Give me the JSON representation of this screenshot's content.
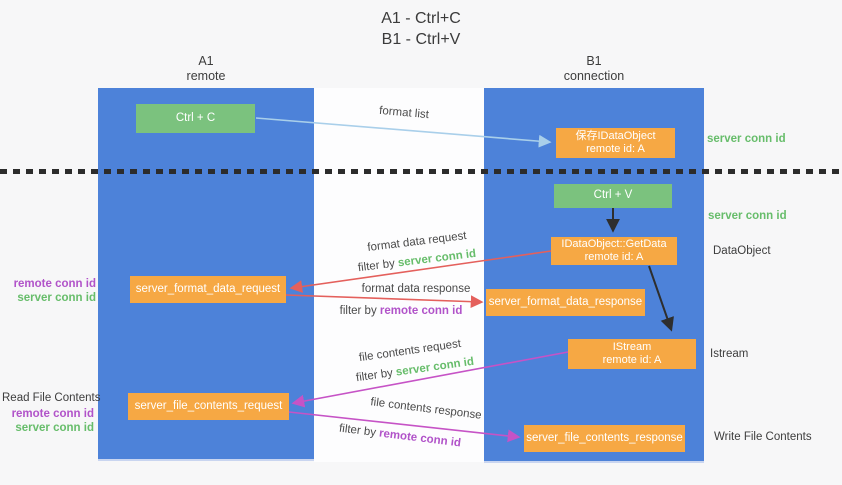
{
  "title": {
    "line1": "A1 - Ctrl+C",
    "line2": "B1 - Ctrl+V"
  },
  "lanes": {
    "left": {
      "title": "A1",
      "subtitle": "remote"
    },
    "right": {
      "title": "B1",
      "subtitle": "connection"
    }
  },
  "nodes": {
    "ctrl_c": {
      "label": "Ctrl + C"
    },
    "ctrl_v": {
      "label": "Ctrl + V"
    },
    "save_idataobject": {
      "line1": "保存IDataObject",
      "line2": "remote id: A"
    },
    "getdata": {
      "line1": "IDataObject::GetData",
      "line2": "remote id: A"
    },
    "istream": {
      "line1": "IStream",
      "line2": "remote id: A"
    },
    "server_format_data_request": {
      "label": "server_format_data_request"
    },
    "server_format_data_response": {
      "label": "server_format_data_response"
    },
    "server_file_contents_request": {
      "label": "server_file_contents_request"
    },
    "server_file_contents_response": {
      "label": "server_file_contents_response"
    }
  },
  "side_labels": {
    "right_server_conn_id_top": "server conn id",
    "right_server_conn_id_mid": "server conn id",
    "right_dataobject": "DataObject",
    "right_istream": "Istream",
    "right_write_file_contents": "Write File Contents",
    "left_read_file_contents": "Read File Contents",
    "left_mid_remote_conn_id": "remote conn id",
    "left_mid_server_conn_id": "server conn id",
    "left_bottom_remote_conn_id": "remote conn id",
    "left_bottom_server_conn_id": "server conn id"
  },
  "edge_labels": {
    "format_list": "format list",
    "format_data_request": "format data request",
    "format_data_request_filter_prefix": "filter by",
    "format_data_request_filter_key": "server conn id",
    "format_data_response": "format data response",
    "format_data_response_filter_prefix": "filter by",
    "format_data_response_filter_key": "remote conn id",
    "file_contents_request": "file contents request",
    "file_contents_request_filter_prefix": "filter by",
    "file_contents_request_filter_key": "server conn id",
    "file_contents_response": "file contents response",
    "file_contents_response_filter_prefix": "filter by",
    "file_contents_response_filter_key": "remote conn id"
  },
  "colors": {
    "lane_blue": "#4D82D9",
    "box_orange": "#F6A844",
    "box_green": "#7BC27E",
    "accent_green": "#67BD6B",
    "accent_purple": "#B153C9",
    "arrow_red": "#E4605C",
    "arrow_magenta": "#C653C6",
    "arrow_light_blue": "#A9CFEA",
    "arrow_black": "#2E2E2E",
    "background": "#F7F7F8"
  }
}
